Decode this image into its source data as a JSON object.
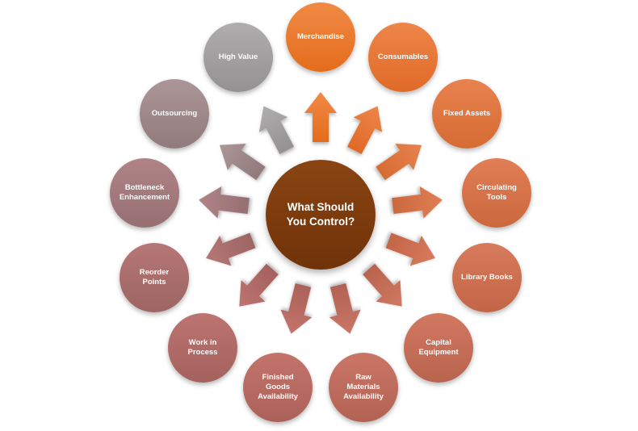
{
  "diagram": {
    "background": "#FFFFFF",
    "text_color": "#FFFFFF"
  },
  "center": {
    "label": "What Should\nYou Control?",
    "color_light": "#8A4513",
    "color_dark": "#703208"
  },
  "nodes": [
    {
      "label": "Merchandise",
      "color_light": "#F08A45",
      "color_dark": "#E46C1C"
    },
    {
      "label": "Consumables",
      "color_light": "#EE8549",
      "color_dark": "#E06A28"
    },
    {
      "label": "Fixed Assets",
      "color_light": "#E8824F",
      "color_dark": "#D66B33"
    },
    {
      "label": "Circulating\nTools",
      "color_light": "#E07E55",
      "color_dark": "#CC683E"
    },
    {
      "label": "Library Books",
      "color_light": "#D87A5C",
      "color_dark": "#C26647"
    },
    {
      "label": "Capital\nEquipment",
      "color_light": "#D17861",
      "color_dark": "#B9644E"
    },
    {
      "label": "Raw\nMaterials\nAvailability",
      "color_light": "#CA7667",
      "color_dark": "#B26253"
    },
    {
      "label": "Finished\nGoods\nAvailability",
      "color_light": "#C3746B",
      "color_dark": "#AB6159"
    },
    {
      "label": "Work in\nProcess",
      "color_light": "#BC7470",
      "color_dark": "#A4615E"
    },
    {
      "label": "Reorder\nPoints",
      "color_light": "#B57775",
      "color_dark": "#9D6563"
    },
    {
      "label": "Bottleneck\nEnhancement",
      "color_light": "#B08487",
      "color_dark": "#966F72"
    },
    {
      "label": "Outsourcing",
      "color_light": "#AC9697",
      "color_dark": "#907A7B"
    },
    {
      "label": "High Value",
      "color_light": "#B0ADAE",
      "color_dark": "#949192"
    }
  ]
}
